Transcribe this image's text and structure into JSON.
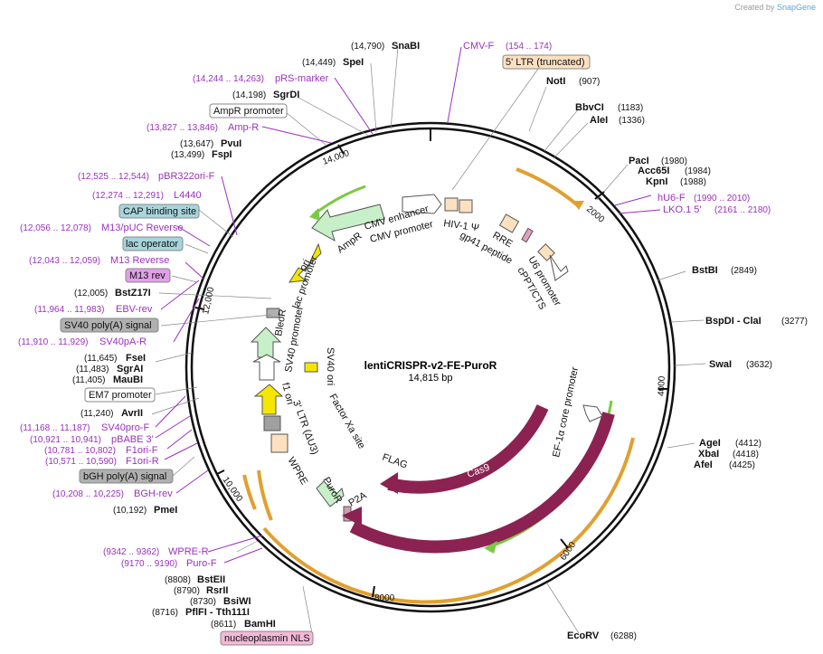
{
  "credit": {
    "prefix": "Created by",
    "brand": "SnapGene"
  },
  "plasmid": {
    "name": "lentiCRISPR-v2-FE-PuroR",
    "size": "14,815 bp"
  },
  "ticks": [
    "2000",
    "4000",
    "6000",
    "8000",
    "10,000",
    "12,000",
    "14,000"
  ],
  "enzymes": [
    {
      "name": "SnaBI",
      "pos": "(14,790)"
    },
    {
      "name": "SpeI",
      "pos": "(14,449)"
    },
    {
      "name": "SgrDI",
      "pos": "(14,198)"
    },
    {
      "name": "PvuI",
      "pos": "(13,647)"
    },
    {
      "name": "FspI",
      "pos": "(13,499)"
    },
    {
      "name": "NotI",
      "pos": "(907)"
    },
    {
      "name": "BbvCI",
      "pos": "(1183)"
    },
    {
      "name": "AleI",
      "pos": "(1336)"
    },
    {
      "name": "PacI",
      "pos": "(1980)"
    },
    {
      "name": "Acc65I",
      "pos": "(1984)"
    },
    {
      "name": "KpnI",
      "pos": "(1988)"
    },
    {
      "name": "BstBI",
      "pos": "(2849)"
    },
    {
      "name": "BspDI - ClaI",
      "pos": "(3277)"
    },
    {
      "name": "SwaI",
      "pos": "(3632)"
    },
    {
      "name": "AgeI",
      "pos": "(4412)"
    },
    {
      "name": "XbaI",
      "pos": "(4418)"
    },
    {
      "name": "AfeI",
      "pos": "(4425)"
    },
    {
      "name": "EcoRV",
      "pos": "(6288)"
    },
    {
      "name": "BstZ17I",
      "pos": "(12,005)"
    },
    {
      "name": "FseI",
      "pos": "(11,645)"
    },
    {
      "name": "SgrAI",
      "pos": "(11,483)"
    },
    {
      "name": "MauBI",
      "pos": "(11,405)"
    },
    {
      "name": "AvrII",
      "pos": "(11,240)"
    },
    {
      "name": "PmeI",
      "pos": "(10,192)"
    },
    {
      "name": "BstEII",
      "pos": "(8808)"
    },
    {
      "name": "RsrII",
      "pos": "(8790)"
    },
    {
      "name": "BsiWI",
      "pos": "(8730)"
    },
    {
      "name": "PflFI - Tth111I",
      "pos": "(8716)"
    },
    {
      "name": "BamHI",
      "pos": "(8611)"
    }
  ],
  "primers": [
    {
      "name": "CMV-F",
      "pos": "(154 .. 174)"
    },
    {
      "name": "pRS-marker",
      "pos": "(14,244 .. 14,263)"
    },
    {
      "name": "Amp-R",
      "pos": "(13,827 .. 13,846)"
    },
    {
      "name": "pBR322ori-F",
      "pos": "(12,525 .. 12,544)"
    },
    {
      "name": "L4440",
      "pos": "(12,274 .. 12,291)"
    },
    {
      "name": "M13/pUC Reverse",
      "pos": "(12,056 .. 12,078)"
    },
    {
      "name": "M13 Reverse",
      "pos": "(12,043 .. 12,059)"
    },
    {
      "name": "EBV-rev",
      "pos": "(11,964 .. 11,983)"
    },
    {
      "name": "SV40pA-R",
      "pos": "(11,910 .. 11,929)"
    },
    {
      "name": "SV40pro-F",
      "pos": "(11,168 .. 11,187)"
    },
    {
      "name": "pBABE 3'",
      "pos": "(10,921 .. 10,941)"
    },
    {
      "name": "F1ori-F",
      "pos": "(10,781 .. 10,802)"
    },
    {
      "name": "F1ori-R",
      "pos": "(10,571 .. 10,590)"
    },
    {
      "name": "BGH-rev",
      "pos": "(10,208 .. 10,225)"
    },
    {
      "name": "WPRE-R",
      "pos": "(9342 .. 9362)"
    },
    {
      "name": "Puro-F",
      "pos": "(9170 .. 9190)"
    },
    {
      "name": "hU6-F",
      "pos": "(1990 .. 2010)"
    },
    {
      "name": "LKO.1 5'",
      "pos": "(2161 .. 2180)"
    }
  ],
  "boxed_labels": [
    "5' LTR (truncated)",
    "AmpR promoter",
    "CAP binding site",
    "lac operator",
    "M13 rev",
    "SV40 poly(A) signal",
    "EM7 promoter",
    "bGH poly(A) signal",
    "nucleoplasmin NLS"
  ],
  "inner_labels": [
    "CMV enhancer",
    "CMV promoter",
    "HIV-1 Ψ",
    "RRE",
    "gp41 peptide",
    "U6 promoter",
    "cPPT/CTS",
    "EF-1α core promoter",
    "FLAG",
    "Cas9",
    "Cas9",
    "P2A",
    "PuroR",
    "WPRE",
    "3' LTR (ΔU3)",
    "Factor Xa site",
    "f1 ori",
    "SV40 ori",
    "SV40 promoter",
    "BleoR",
    "lac promoter",
    "ori",
    "AmpR"
  ],
  "colors": {
    "primer": "#9b30c0",
    "backbone": "#111111",
    "cas9": "#8b2252",
    "ampR": "#c8f0c8",
    "ori": "#f5e600",
    "orf_orange": "#e0a030",
    "orf_green": "#7ac943",
    "ltr": "#fde0c0",
    "cap": "#a8d4dc",
    "m13rev": "#e0a0e8",
    "sv40pa": "#b0b0b0",
    "nls": "#f4b8d8"
  }
}
